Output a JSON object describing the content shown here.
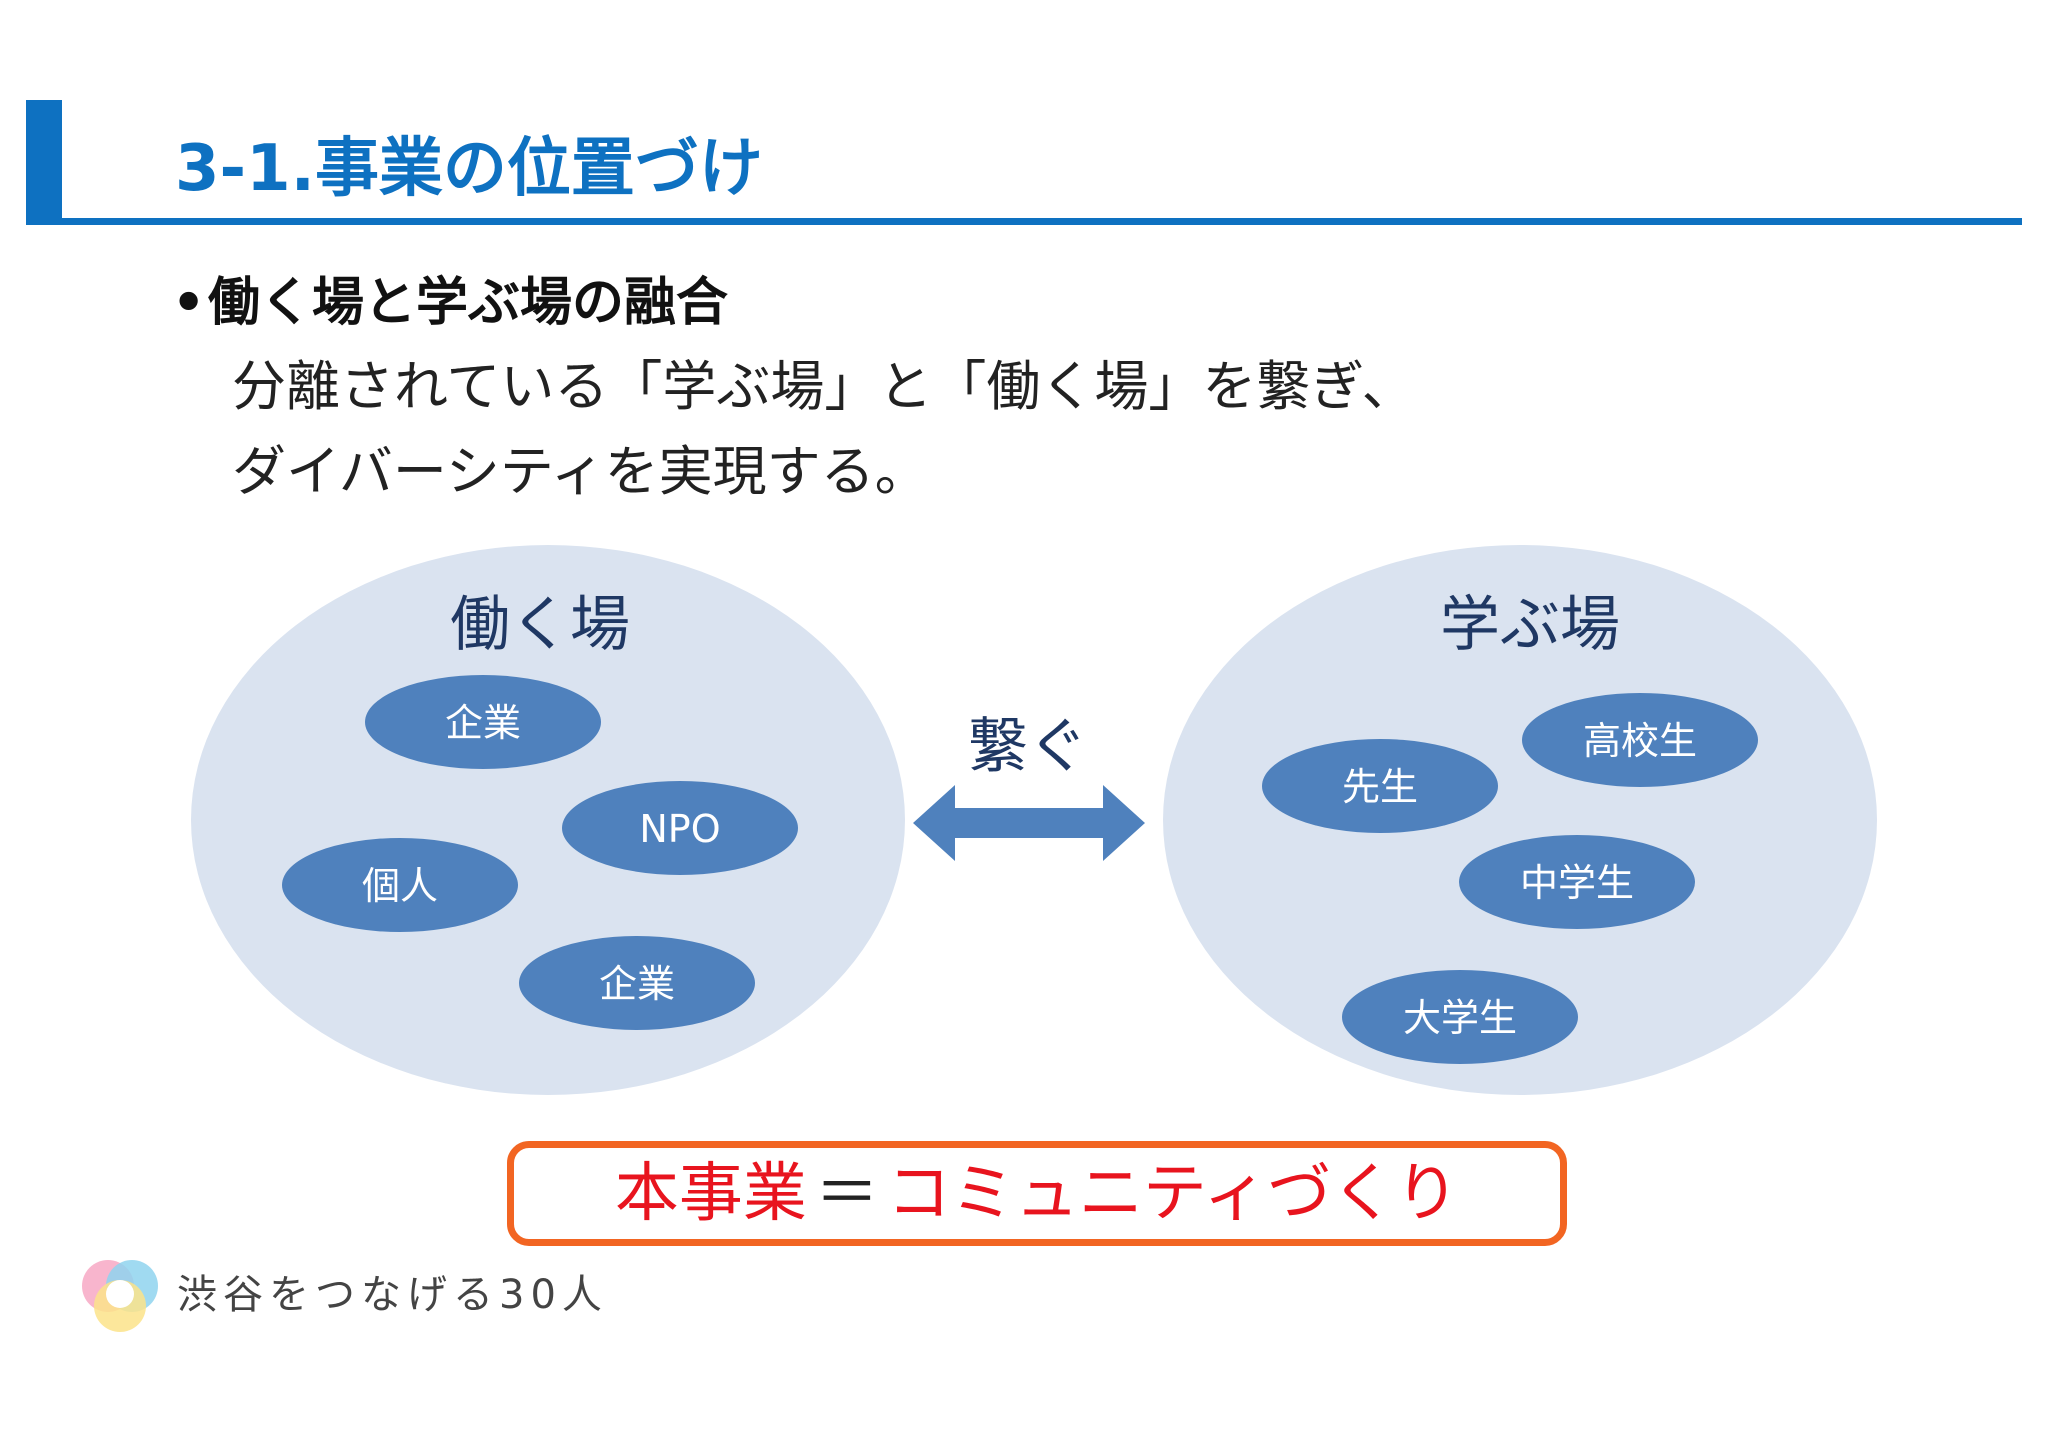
{
  "header": {
    "title": "3-1.事業の位置づけ"
  },
  "body": {
    "bullet_marker": "•",
    "bullet": "働く場と学ぶ場の融合",
    "description_lines": [
      "分離されている「学ぶ場」と「働く場」を繋ぎ、",
      "ダイバーシティを実現する。"
    ]
  },
  "diagram": {
    "left_group": {
      "label": "働く場",
      "items": [
        "企業",
        "NPO",
        "個人",
        "企業"
      ]
    },
    "connector_label": "繋ぐ",
    "right_group": {
      "label": "学ぶ場",
      "items": [
        "高校生",
        "先生",
        "中学生",
        "大学生"
      ]
    }
  },
  "callout": {
    "left": "本事業",
    "equals": "＝",
    "right": "コミュニティづくり"
  },
  "footer": {
    "logo_text": "渋谷をつなげる30人"
  },
  "colors": {
    "accent": "#0e71c1",
    "group_fill": "#dae3f0",
    "item_fill": "#4f81bd",
    "group_label": "#1f3864",
    "callout_border": "#f26522",
    "callout_text": "#e8141e"
  }
}
